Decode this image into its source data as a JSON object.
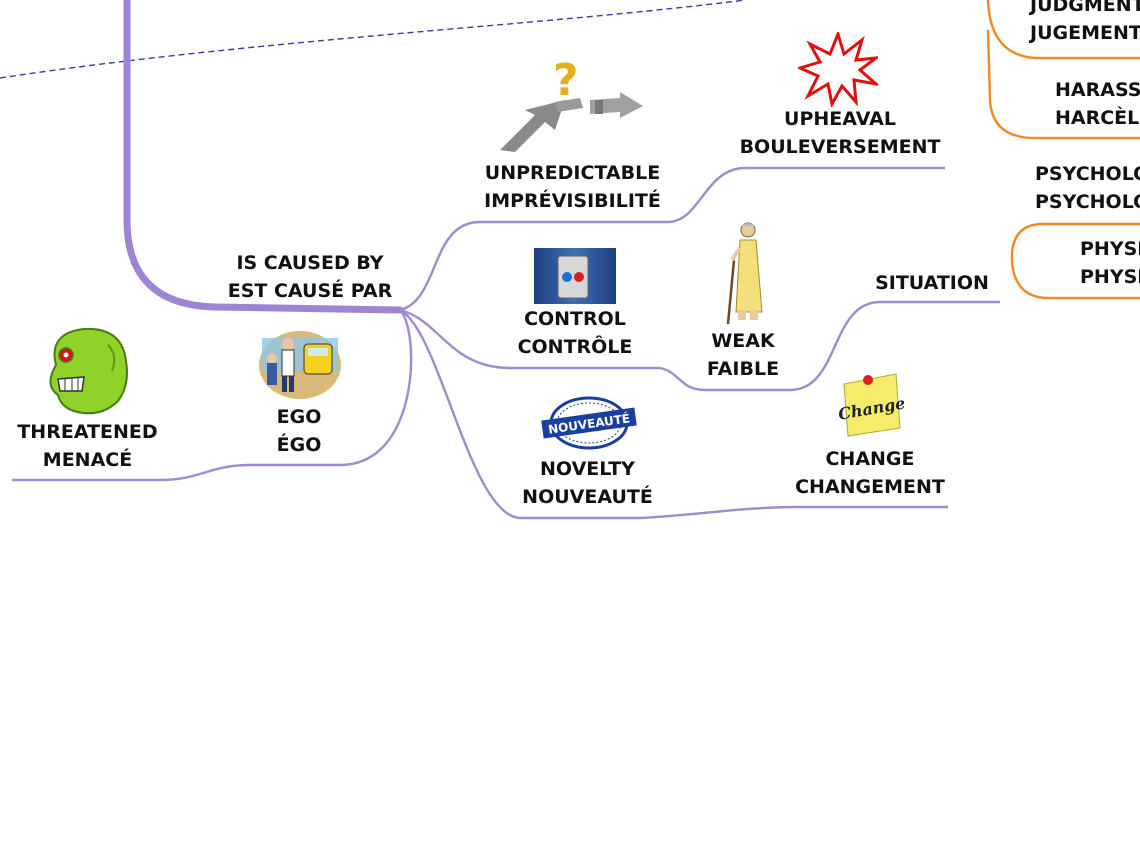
{
  "nodes": {
    "is_caused_by": {
      "line1": "IS CAUSED BY",
      "line2": "EST CAUSÉ PAR"
    },
    "unpredictable": {
      "line1": "UNPREDICTABLE",
      "line2": "IMPRÉVISIBILITÉ",
      "icon": "crossroads-question-icon"
    },
    "upheaval": {
      "line1": "UPHEAVAL",
      "line2": "BOULEVERSEMENT",
      "icon": "explosion-burst-icon"
    },
    "control": {
      "line1": "CONTROL",
      "line2": "CONTRÔLE",
      "icon": "control-panel-icon"
    },
    "weak": {
      "line1": "WEAK",
      "line2": "FAIBLE",
      "icon": "elderly-woman-cane-icon"
    },
    "situation": {
      "line1": "SITUATION"
    },
    "novelty": {
      "line1": "NOVELTY",
      "line2": "NOUVEAUTÉ",
      "icon": "nouveaute-stamp-icon",
      "stamp_text": "NOUVEAUTÉ"
    },
    "change": {
      "line1": "CHANGE",
      "line2": "CHANGEMENT",
      "icon": "change-sticky-note-icon",
      "note_text": "Change"
    },
    "ego": {
      "line1": "EGO",
      "line2": "ÉGO",
      "icon": "people-bus-stop-icon"
    },
    "threatened": {
      "line1": "THREATENED",
      "line2": "MENACÉ",
      "icon": "green-monster-head-icon"
    }
  },
  "right_nodes": {
    "judgment": {
      "line1": "JUDGMENT",
      "line2": "JUGEMENT"
    },
    "harass": {
      "line1": "HARASSMENT",
      "line2": "HARCÈLEMENT"
    },
    "psycho": {
      "line1": "PSYCHOLOGICAL",
      "line2": "PSYCHOLOGIQUE"
    },
    "physi": {
      "line1": "PHYSICAL",
      "line2": "PHYSIQUE"
    }
  },
  "colors": {
    "branch": "#a08bd0",
    "trunk": "#9d84d4",
    "orange": "#f08a24",
    "dashed": "#3340a8",
    "text": "#111111"
  }
}
